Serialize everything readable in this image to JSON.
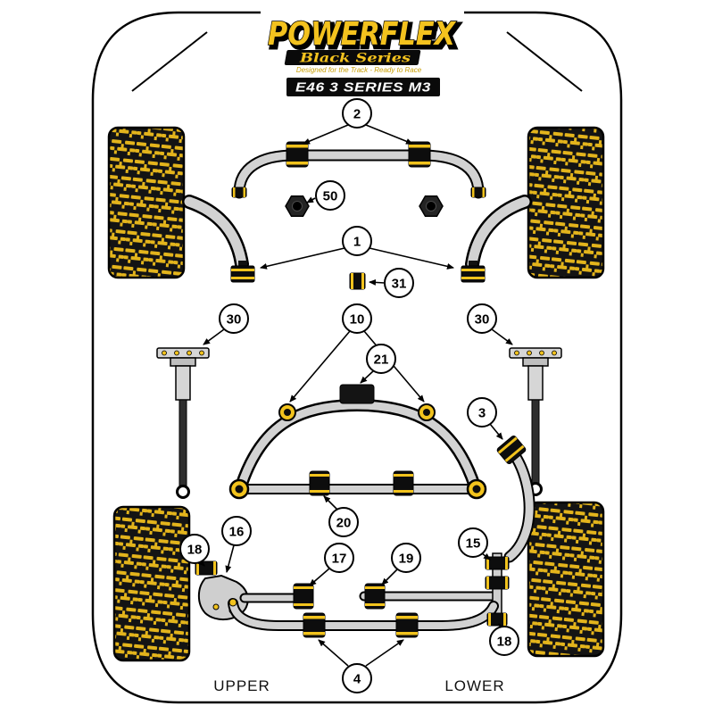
{
  "header": {
    "brand": "POWERFLEX",
    "series": "Black Series",
    "tagline": "Designed for the Track - Ready to Race",
    "model": "E46 3 SERIES M3"
  },
  "footer": {
    "upper": "UPPER",
    "lower": "LOWER"
  },
  "callouts": [
    {
      "label": "2"
    },
    {
      "label": "50"
    },
    {
      "label": "1"
    },
    {
      "label": "31"
    },
    {
      "label": "30"
    },
    {
      "label": "10"
    },
    {
      "label": "30"
    },
    {
      "label": "21"
    },
    {
      "label": "3"
    },
    {
      "label": "20"
    },
    {
      "label": "16"
    },
    {
      "label": "18"
    },
    {
      "label": "17"
    },
    {
      "label": "19"
    },
    {
      "label": "15"
    },
    {
      "label": "4"
    },
    {
      "label": "18"
    }
  ],
  "colors": {
    "accent_yellow": "#F2C31D",
    "part_gray": "#D2D2D2",
    "outline_black": "#000000"
  }
}
